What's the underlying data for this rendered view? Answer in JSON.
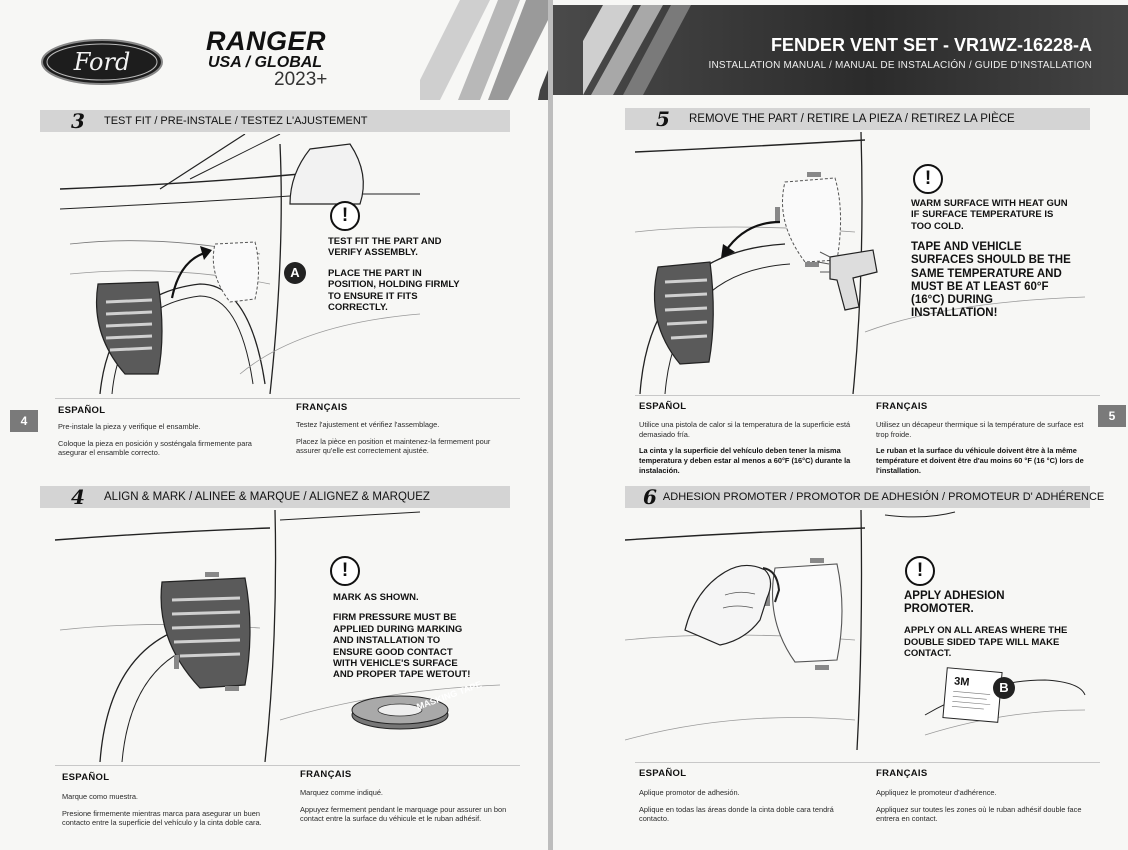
{
  "left_header": {
    "brand": "Ford",
    "model": "RANGER",
    "market": "USA / GLOBAL",
    "year": "2023+"
  },
  "right_header": {
    "title": "FENDER VENT SET - VR1WZ-16228-A",
    "subtitle": "INSTALLATION MANUAL / MANUAL DE INSTALACIÓN / GUIDE D'INSTALLATION"
  },
  "steps": {
    "s3": {
      "number": "3",
      "title": "TEST FIT / PRE-INSTALE / TESTEZ L'AJUSTEMENT",
      "callout": "A",
      "warn_icon": "!",
      "warn1": "TEST FIT THE PART AND VERIFY ASSEMBLY.",
      "warn2": "PLACE THE PART IN POSITION, HOLDING FIRMLY TO ENSURE IT FITS CORRECTLY.",
      "es_head": "ESPAÑOL",
      "es1": "Pre-instale la pieza y verifique el ensamble.",
      "es2": "Coloque la pieza en posición y sosténgala firmemente para asegurar el ensamble correcto.",
      "fr_head": "FRANÇAIS",
      "fr1": "Testez l'ajustement et vérifiez l'assemblage.",
      "fr2": "Placez la pièce en position et maintenez-la fermement pour assurer qu'elle est correctement ajustée."
    },
    "s4": {
      "number": "4",
      "title": "ALIGN & MARK / ALINEE & MARQUE / ALIGNEZ & MARQUEZ",
      "warn_icon": "!",
      "warn1": "MARK AS SHOWN.",
      "warn2": "FIRM PRESSURE MUST BE APPLIED DURING MARKING AND INSTALLATION TO ENSURE GOOD CONTACT WITH VEHICLE'S SURFACE AND PROPER TAPE WETOUT!",
      "tape_label": "MASKING TAPE",
      "es_head": "ESPAÑOL",
      "es1": "Marque como muestra.",
      "es2": "Presione firmemente mientras marca para asegurar un buen contacto entre la superficie del vehículo y la cinta doble cara.",
      "fr_head": "FRANÇAIS",
      "fr1": "Marquez comme indiqué.",
      "fr2": "Appuyez fermement pendant le marquage pour assurer un bon contact entre la surface du véhicule et le ruban adhésif."
    },
    "s5": {
      "number": "5",
      "title": "REMOVE THE PART / RETIRE LA PIEZA / RETIREZ LA PIÈCE",
      "warn_icon": "!",
      "warn1": "WARM SURFACE WITH HEAT GUN IF SURFACE TEMPERATURE IS TOO COLD.",
      "warn2": "TAPE AND VEHICLE SURFACES SHOULD BE THE SAME TEMPERATURE AND MUST BE AT LEAST 60°F (16°C) DURING INSTALLATION!",
      "es_head": "ESPAÑOL",
      "es1": "Utilice una pistola de calor si la temperatura de la superficie está demasiado fría.",
      "es2": "La cinta y la superficie del vehículo deben tener la misma temperatura y deben estar al menos a 60°F (16°C) durante la instalación.",
      "fr_head": "FRANÇAIS",
      "fr1": "Utilisez un décapeur thermique si la température de surface est trop froide.",
      "fr2": "Le ruban et la surface du véhicule doivent être à la même température et doivent être d'au moins 60 °F (16 °C) lors de l'installation."
    },
    "s6": {
      "number": "6",
      "title": "ADHESION PROMOTER / PROMOTOR DE ADHESIÓN / PROMOTEUR D' ADHÉRENCE",
      "callout": "B",
      "warn_icon": "!",
      "warn1": "APPLY ADHESION PROMOTER.",
      "warn2": "APPLY ON ALL AREAS WHERE THE DOUBLE SIDED TAPE WILL MAKE CONTACT.",
      "wipe_brand": "3M",
      "es_head": "ESPAÑOL",
      "es1": "Aplique promotor de adhesión.",
      "es2": "Aplique en todas las áreas donde la cinta doble cara tendrá contacto.",
      "fr_head": "FRANÇAIS",
      "fr1": "Appliquez le promoteur d'adhérence.",
      "fr2": "Appliquez sur toutes les zones où le ruban adhésif double face entrera en contact."
    }
  },
  "page_numbers": {
    "left": "4",
    "right": "5"
  }
}
